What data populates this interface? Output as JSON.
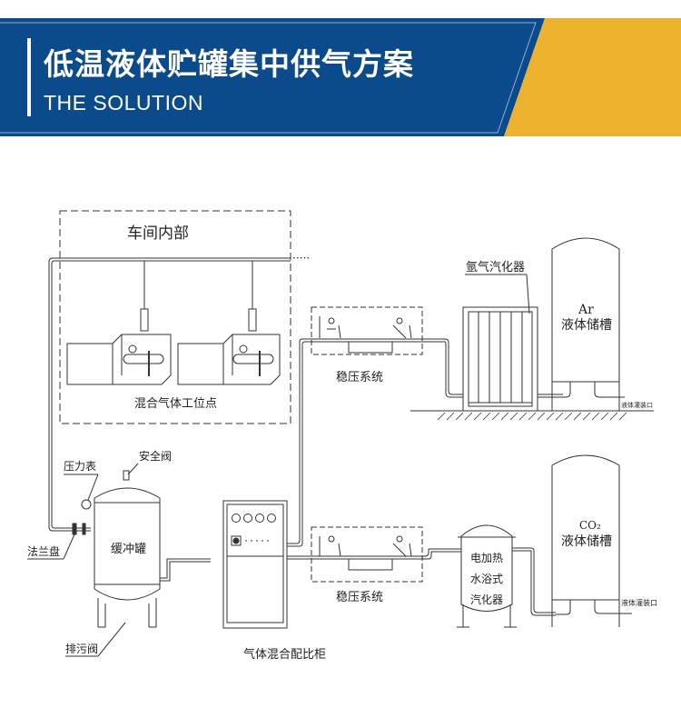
{
  "header": {
    "title": "低温液体贮罐集中供气方案",
    "subtitle": "THE SOLUTION",
    "colors": {
      "blue": "#0b4a8b",
      "yellow": "#ecb22e"
    }
  },
  "diagram": {
    "workshop": {
      "label": "车间内部",
      "dots": "·····",
      "station_label": "混合气体工位点"
    },
    "pressure_system_top": {
      "label": "稳压系统"
    },
    "pressure_system_bottom": {
      "label": "稳压系统"
    },
    "ar_vaporizer": {
      "label": "氩气汽化器"
    },
    "ar_tank": {
      "gas": "Ar",
      "label": "液体储槽",
      "port_label": "液体灌装口"
    },
    "buffer_tank": {
      "label": "缓冲罐",
      "gauge": "压力表",
      "safety_valve": "安全阀",
      "flange": "法兰盘",
      "drain_valve": "排污阀"
    },
    "mixing_cabinet": {
      "label": "气体混合配比柜"
    },
    "water_bath_vaporizer": {
      "line1": "电加热",
      "line2": "水浴式",
      "line3": "汽化器"
    },
    "co2_tank": {
      "gas": "CO₂",
      "label": "液体储槽",
      "port_label": "液体灌装口"
    }
  }
}
